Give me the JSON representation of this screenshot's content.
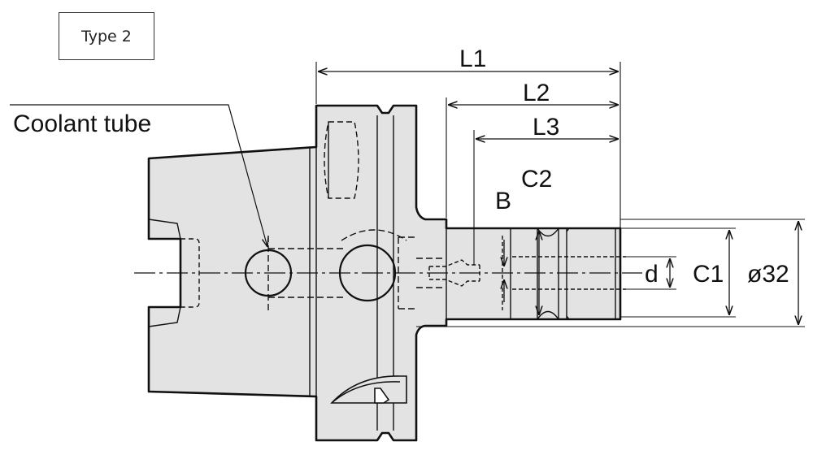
{
  "type_label": "Type 2",
  "callout": "Coolant tube",
  "dims": {
    "L1": "L1",
    "L2": "L2",
    "L3": "L3",
    "C2": "C2",
    "B": "B",
    "d": "d",
    "C1": "C1",
    "dia": "ø32"
  },
  "colors": {
    "body_fill": "#e3e3e3",
    "outline": "#111111"
  }
}
